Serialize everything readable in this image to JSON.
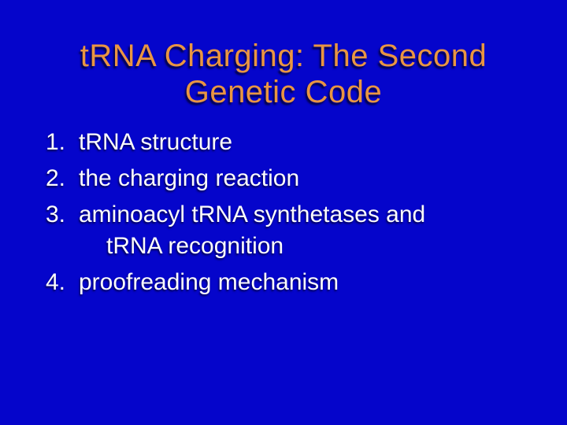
{
  "slide": {
    "title": {
      "line1": "tRNA Charging: The Second",
      "line2": "Genetic Code"
    },
    "list": {
      "items": [
        {
          "number": "1.",
          "lines": [
            "tRNA structure"
          ]
        },
        {
          "number": "2.",
          "lines": [
            "the charging reaction"
          ]
        },
        {
          "number": "3.",
          "lines": [
            "aminoacyl tRNA synthetases and",
            "tRNA recognition"
          ]
        },
        {
          "number": "4.",
          "lines": [
            "proofreading mechanism"
          ]
        }
      ]
    },
    "colors": {
      "background": "#0505CB",
      "title_text": "#E99542",
      "body_text": "#FCFCFC"
    }
  }
}
